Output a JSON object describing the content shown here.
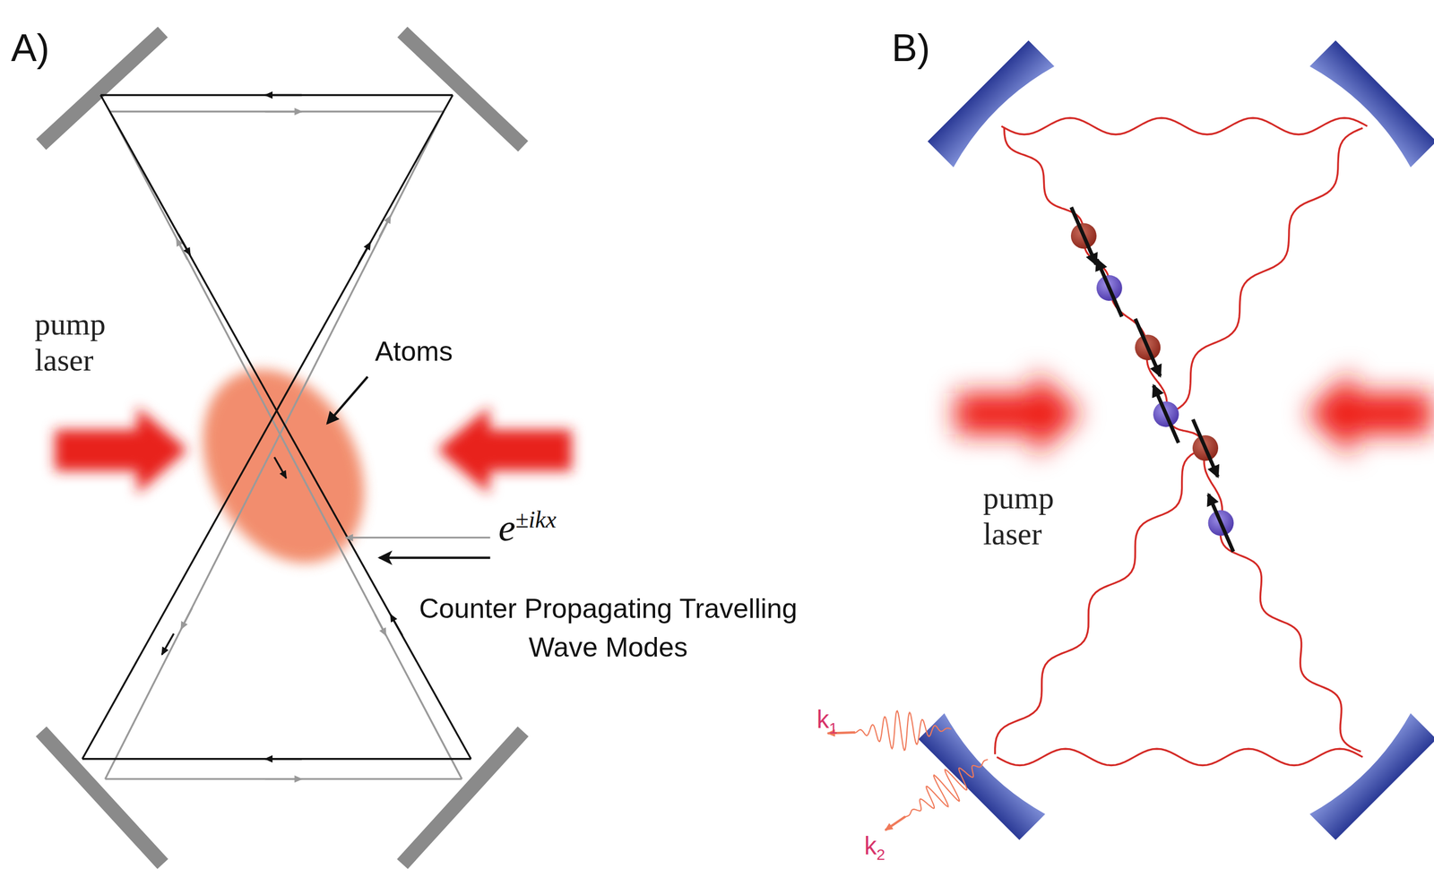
{
  "diagram": {
    "labels": [
      "A)",
      "pump laser",
      "Atoms",
      "e±ikx",
      "Counter Propagating Travelling Wave Modes",
      "B)",
      "pump laser",
      "k1",
      "k2"
    ]
  }
}
